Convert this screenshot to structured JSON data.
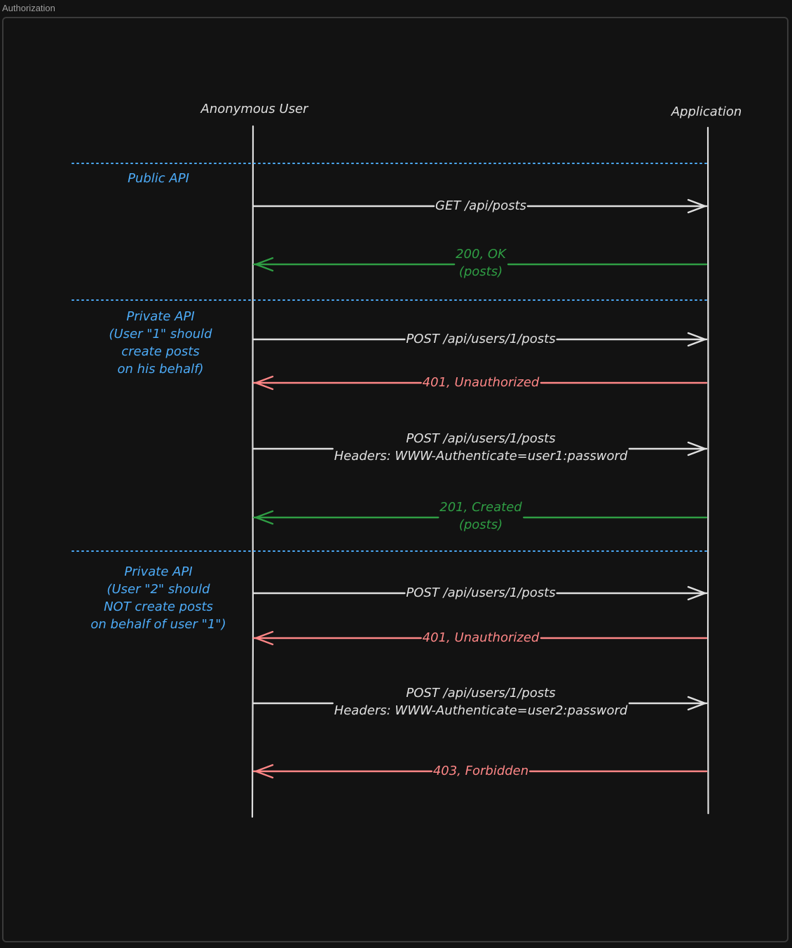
{
  "frame": {
    "title": "Authorization"
  },
  "colors": {
    "background": "#121212",
    "request": "#e0e0e0",
    "success": "#2f9e44",
    "error": "#ff8787",
    "section": "#4dabf7",
    "participant": "#e0e0e0"
  },
  "participants": {
    "user": "Anonymous User",
    "app": "Application"
  },
  "sections": [
    {
      "lines": [
        "Public API"
      ],
      "messages": [
        {
          "kind": "request",
          "lines": [
            "GET /api/posts"
          ]
        },
        {
          "kind": "success",
          "lines": [
            "200, OK",
            "(posts)"
          ]
        }
      ]
    },
    {
      "lines": [
        "Private API",
        "(User \"1\" should",
        "create posts",
        "on his behalf)"
      ],
      "messages": [
        {
          "kind": "request",
          "lines": [
            "POST /api/users/1/posts"
          ]
        },
        {
          "kind": "error",
          "lines": [
            "401, Unauthorized"
          ]
        },
        {
          "kind": "request",
          "lines": [
            "POST /api/users/1/posts",
            "Headers: WWW-Authenticate=user1:password"
          ]
        },
        {
          "kind": "success",
          "lines": [
            "201, Created",
            "(posts)"
          ]
        }
      ]
    },
    {
      "lines": [
        "Private API",
        "(User \"2\" should",
        "NOT create posts",
        "on behalf of user \"1\")"
      ],
      "messages": [
        {
          "kind": "request",
          "lines": [
            "POST /api/users/1/posts"
          ]
        },
        {
          "kind": "error",
          "lines": [
            "401, Unauthorized"
          ]
        },
        {
          "kind": "request",
          "lines": [
            "POST /api/users/1/posts",
            "Headers: WWW-Authenticate=user2:password"
          ]
        },
        {
          "kind": "error",
          "lines": [
            "403, Forbidden"
          ]
        }
      ]
    }
  ]
}
